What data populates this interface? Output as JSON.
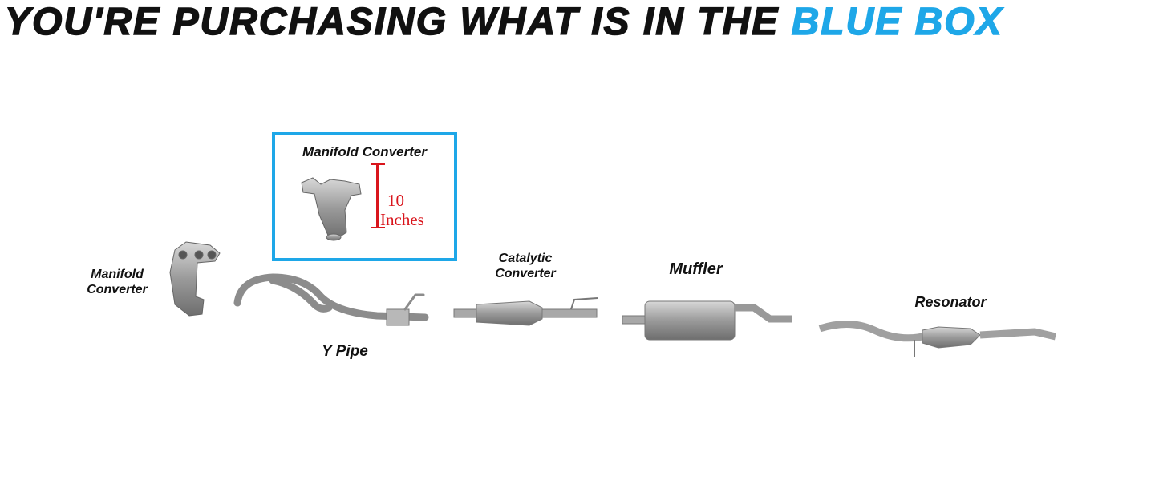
{
  "title": {
    "prefix": "YOU'RE PURCHASING WHAT IS IN THE",
    "highlight": "BLUE BOX"
  },
  "colors": {
    "accent": "#1ea7e8",
    "measure": "#d9151c",
    "part": "#9a9a9a"
  },
  "selected_part": {
    "label": "Manifold Converter",
    "measure_value": "10",
    "measure_unit": "Inches"
  },
  "parts": [
    {
      "label": "Manifold Converter"
    },
    {
      "label": "Y Pipe"
    },
    {
      "label": "Catalytic Converter"
    },
    {
      "label": "Muffler"
    },
    {
      "label": "Resonator"
    }
  ]
}
